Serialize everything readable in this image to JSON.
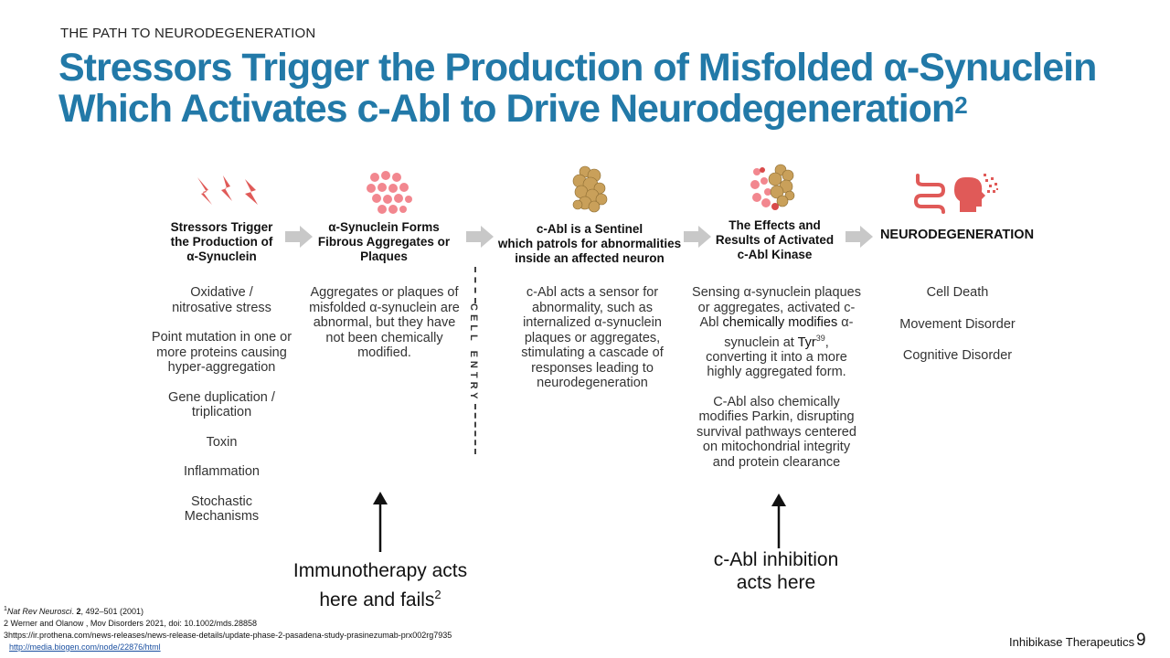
{
  "header": {
    "eyebrow": "THE PATH TO NEURODEGENERATION",
    "title_line1": "Stressors Trigger the Production of Misfolded α-Synuclein",
    "title_line2": "Which Activates c-Abl to Drive Neurodegeneration",
    "title_sup": "2"
  },
  "colors": {
    "title": "#2279a8",
    "icon_red": "#e05a58",
    "icon_pink": "#f2878f",
    "icon_tan": "#c9a05a",
    "arrow_gray": "#c8c8c8"
  },
  "columns": [
    {
      "icon": "lightning-icon",
      "heading": [
        "Stressors Trigger",
        "the Production of",
        "α-Synuclein"
      ],
      "items": [
        "Oxidative / nitrosative stress",
        "Point mutation in one or more proteins causing hyper-aggregation",
        "Gene duplication / triplication",
        "Toxin",
        "Inflammation",
        "Stochastic Mechanisms"
      ]
    },
    {
      "icon": "aggregate-spheres-icon",
      "heading": [
        "α-Synuclein Forms",
        "Fibrous Aggregates or",
        "Plaques"
      ],
      "items": [
        "Aggregates or plaques of misfolded α-synuclein are abnormal, but they have not been chemically modified."
      ]
    },
    {
      "icon": "protein-structure-icon",
      "heading": [
        "c-Abl is a Sentinel",
        "which patrols for abnormalities",
        "inside an affected neuron"
      ],
      "items": [
        "c-Abl acts a sensor for abnormality, such as internalized α-synuclein plaques or aggregates, stimulating a cascade of responses leading to neurodegeneration"
      ]
    },
    {
      "icon": "protein-binding-icon",
      "heading": [
        "The Effects and",
        "Results of Activated",
        "c-Abl Kinase"
      ],
      "items": [
        {
          "pre": "Sensing α-synuclein plaques or aggregates, activated c-Abl ",
          "bold1": "chemically modifies",
          "mid": " α-synuclein at ",
          "bold2": "Tyr",
          "sup": "39",
          "post": ", converting it into a more highly aggregated form."
        },
        "C-Abl also chemically modifies Parkin, disrupting survival pathways centered on mitochondrial integrity and protein clearance"
      ]
    },
    {
      "icon": "intestine-brain-icon",
      "heading": [
        "NEURODEGENERATION"
      ],
      "items": [
        "Cell Death",
        "Movement Disorder",
        "Cognitive Disorder"
      ]
    }
  ],
  "cell_entry": "CELL ENTRY",
  "callouts": {
    "immunotherapy_line1": "Immunotherapy acts",
    "immunotherapy_line2": "here and fails",
    "immunotherapy_sup": "2",
    "cabl_line1": "c-Abl inhibition",
    "cabl_line2": "acts here"
  },
  "references": {
    "ref1_sup": "1",
    "ref1_journal": "Nat Rev Neurosci",
    "ref1_vol": "2",
    "ref1_rest": ", 492–501 (2001)",
    "ref2": "2 Werner and Olanow , Mov Disorders 2021, doi: 10.1002/mds.28858",
    "ref3": "3https://ir.prothena.com/news-releases/news-release-details/update-phase-2-pasadena-study-prasinezumab-prx002rg7935",
    "ref4_link": "http://media.biogen.com/node/22876/html"
  },
  "footer": {
    "brand": "Inhibikase Therapeutics",
    "page_number": "9"
  }
}
